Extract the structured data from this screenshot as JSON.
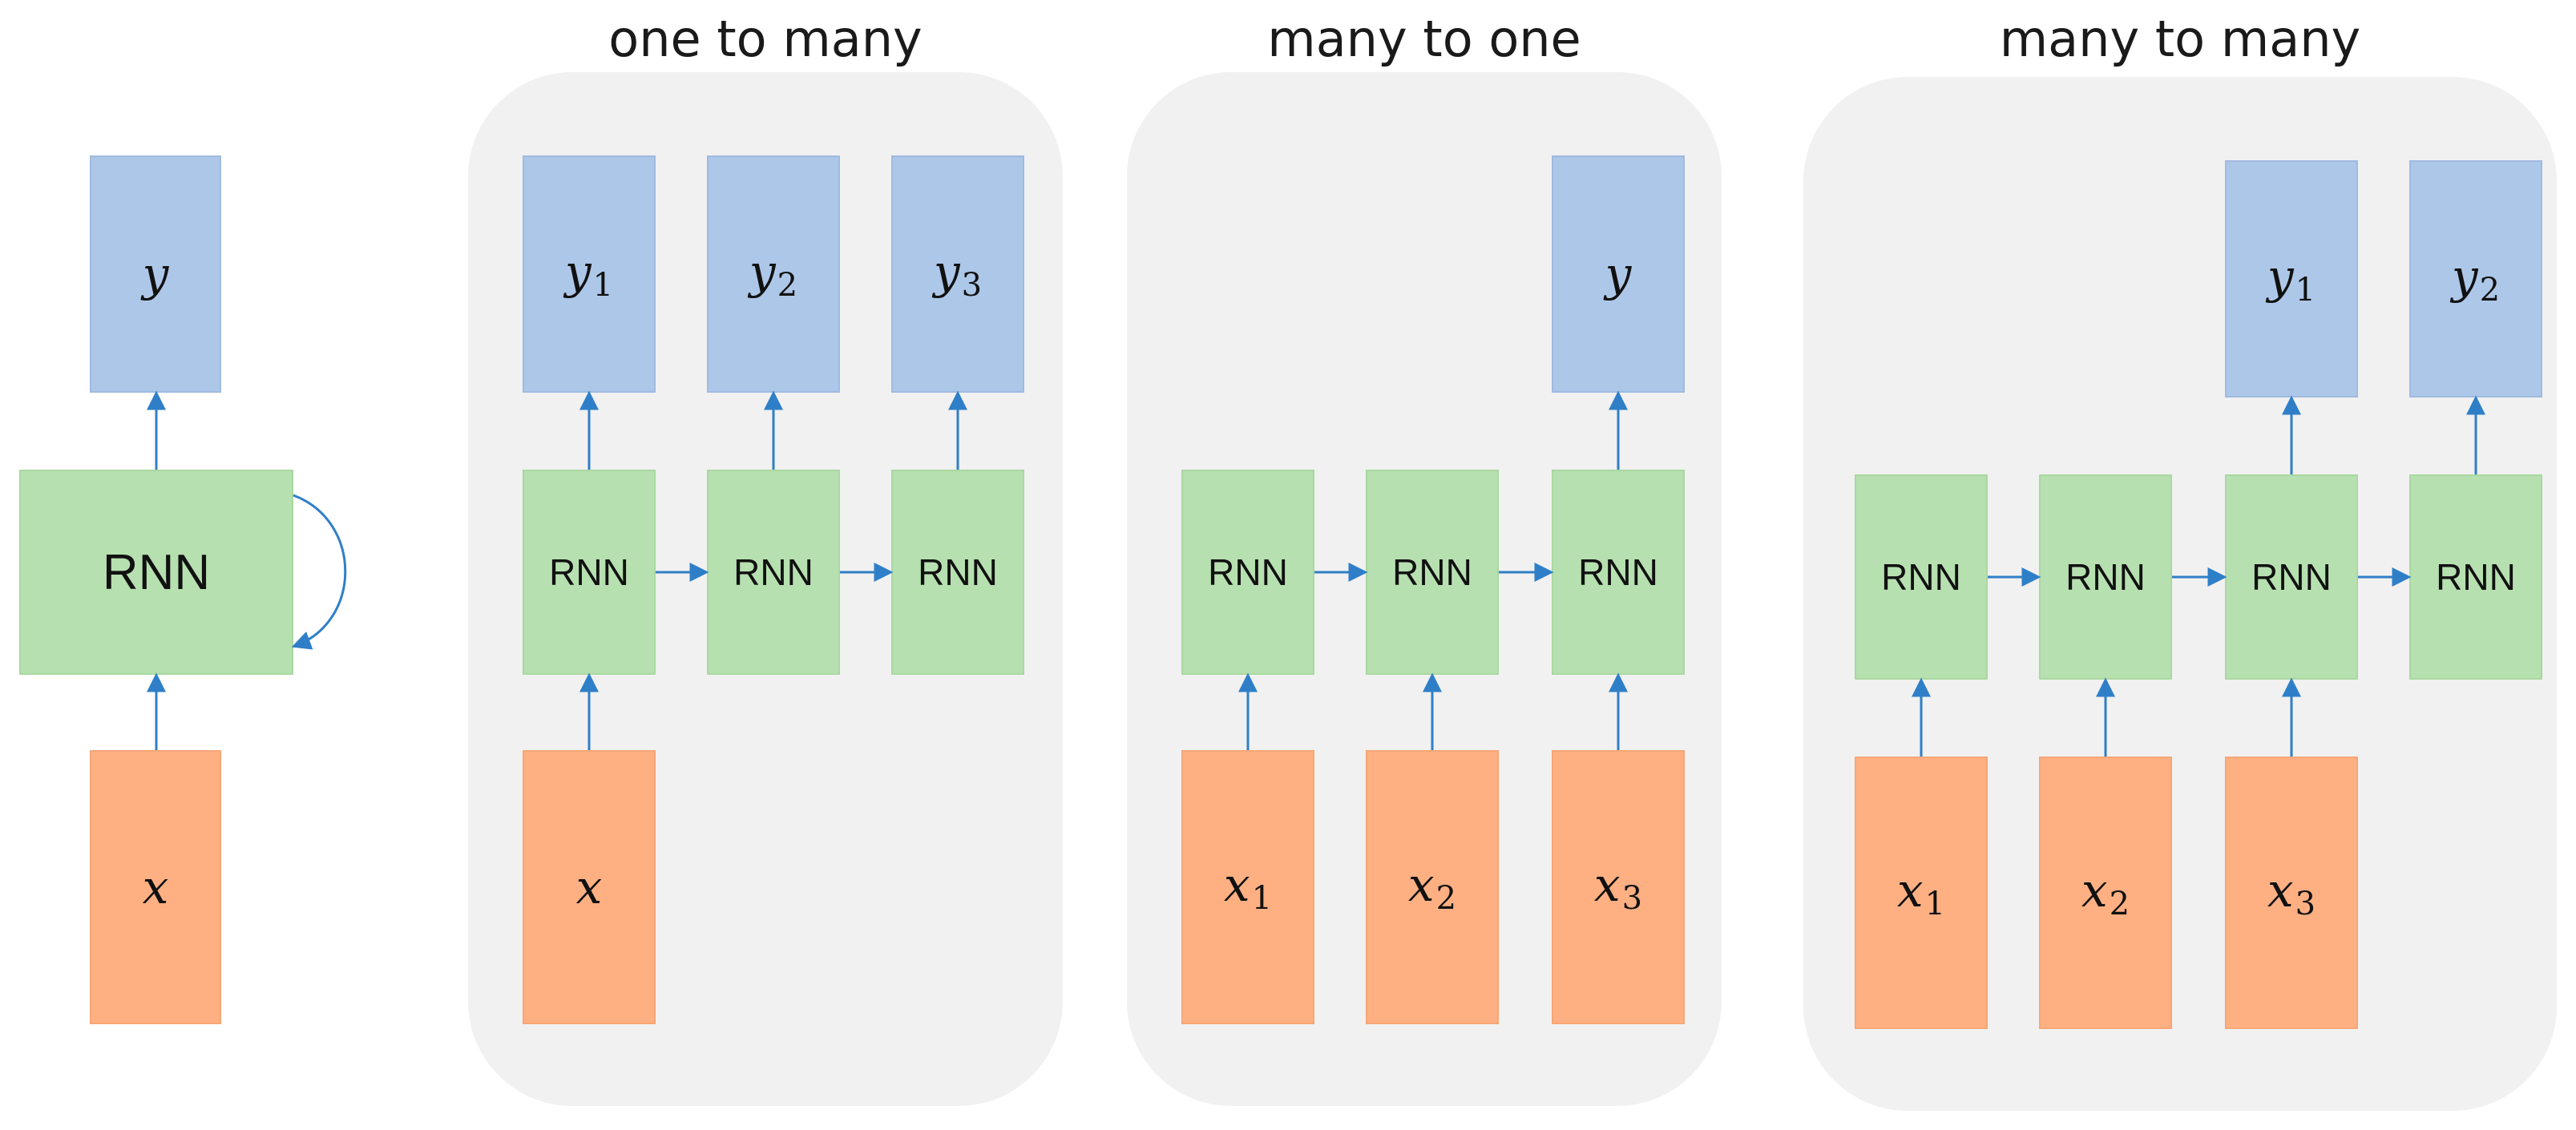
{
  "colors": {
    "output": "#adc7e8",
    "rnn": "#b7e0b0",
    "input": "#ffb082",
    "arrow": "#2f7fc8",
    "panel": "#f1f1f1"
  },
  "single": {
    "output": {
      "var": "y",
      "sub": ""
    },
    "rnn_label": "RNN",
    "input": {
      "var": "x",
      "sub": ""
    }
  },
  "panels": [
    {
      "title": "one to many",
      "rnn_label": "RNN",
      "outputs": [
        {
          "var": "y",
          "sub": "1"
        },
        {
          "var": "y",
          "sub": "2"
        },
        {
          "var": "y",
          "sub": "3"
        }
      ],
      "inputs": [
        {
          "var": "x",
          "sub": ""
        }
      ]
    },
    {
      "title": "many to one",
      "rnn_label": "RNN",
      "outputs": [
        {
          "var": "y",
          "sub": ""
        }
      ],
      "inputs": [
        {
          "var": "x",
          "sub": "1"
        },
        {
          "var": "x",
          "sub": "2"
        },
        {
          "var": "x",
          "sub": "3"
        }
      ]
    },
    {
      "title": "many to many",
      "rnn_label": "RNN",
      "outputs": [
        {
          "var": "y",
          "sub": "1"
        },
        {
          "var": "y",
          "sub": "2"
        }
      ],
      "inputs": [
        {
          "var": "x",
          "sub": "1"
        },
        {
          "var": "x",
          "sub": "2"
        },
        {
          "var": "x",
          "sub": "3"
        }
      ]
    }
  ]
}
